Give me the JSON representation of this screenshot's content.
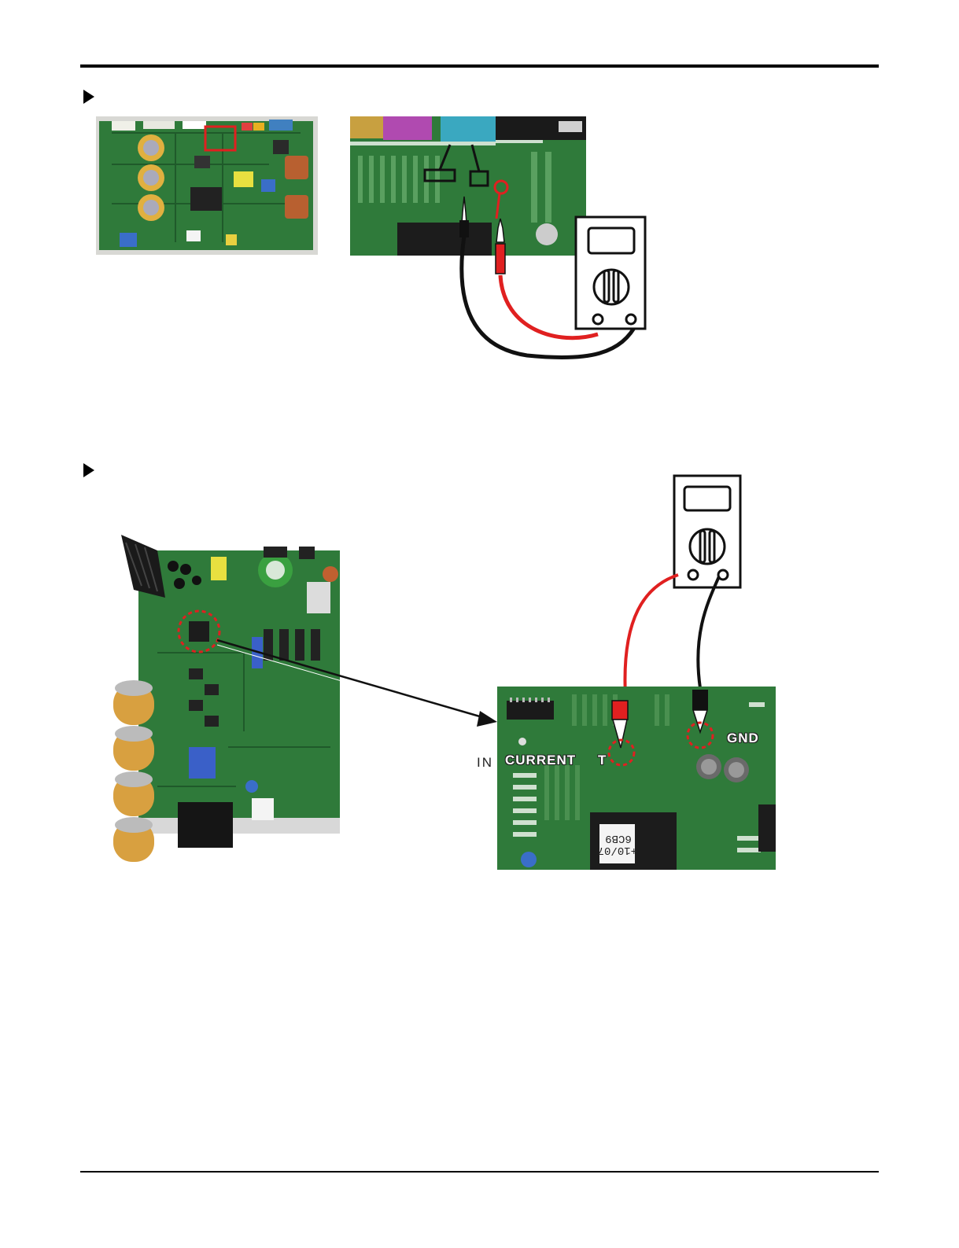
{
  "section1": {
    "bullet_icon": "triangle-right-icon",
    "meter_icon": "multimeter-icon"
  },
  "section2": {
    "bullet_icon": "triangle-right-icon",
    "meter_icon": "multimeter-icon",
    "labels": {
      "in": "IN",
      "current": "CURRENT",
      "t": "T",
      "gnd": "GND"
    },
    "chip_marking": [
      "+10/07",
      "6CB9"
    ]
  },
  "colors": {
    "pcb_green": "#2f7a3a",
    "probe_red": "#e02020",
    "probe_black": "#111111",
    "highlight_red": "#e02020"
  }
}
